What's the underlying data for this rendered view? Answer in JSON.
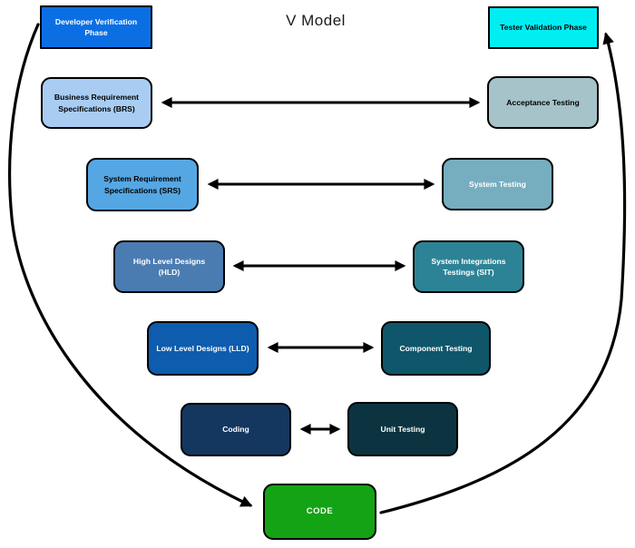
{
  "title": "V Model",
  "diagram": {
    "arrow_color": "#000000",
    "boxes": {
      "dev_phase": {
        "label": "Developer Verification Phase",
        "bg": "#0b6fe3",
        "fg": "#ffffff"
      },
      "tester_phase": {
        "label": "Tester Validation Phase",
        "bg": "#00eef2",
        "fg": "#000000"
      },
      "brs": {
        "label": "Business Requirement Specifications (BRS)",
        "bg": "#a9cdf2",
        "fg": "#000000"
      },
      "acceptance": {
        "label": "Acceptance Testing",
        "bg": "#a5c3c8",
        "fg": "#000000"
      },
      "srs": {
        "label": "System Requirement Specifications (SRS)",
        "bg": "#55a7e3",
        "fg": "#000000"
      },
      "system_testing": {
        "label": "System Testing",
        "bg": "#76aebf",
        "fg": "#ffffff"
      },
      "hld": {
        "label": "High Level Designs (HLD)",
        "bg": "#4a7cb2",
        "fg": "#ffffff"
      },
      "sit": {
        "label": "System Integrations Testings (SIT)",
        "bg": "#2c8395",
        "fg": "#ffffff"
      },
      "lld": {
        "label": "Low Level Designs (LLD)",
        "bg": "#0e5cad",
        "fg": "#ffffff"
      },
      "component_testing": {
        "label": "Component Testing",
        "bg": "#0f566b",
        "fg": "#ffffff"
      },
      "coding": {
        "label": "Coding",
        "bg": "#14375f",
        "fg": "#ffffff"
      },
      "unit_testing": {
        "label": "Unit Testing",
        "bg": "#0b3440",
        "fg": "#ffffff"
      },
      "code": {
        "label": "CODE",
        "bg": "#14a314",
        "fg": "#ffffff"
      }
    }
  }
}
